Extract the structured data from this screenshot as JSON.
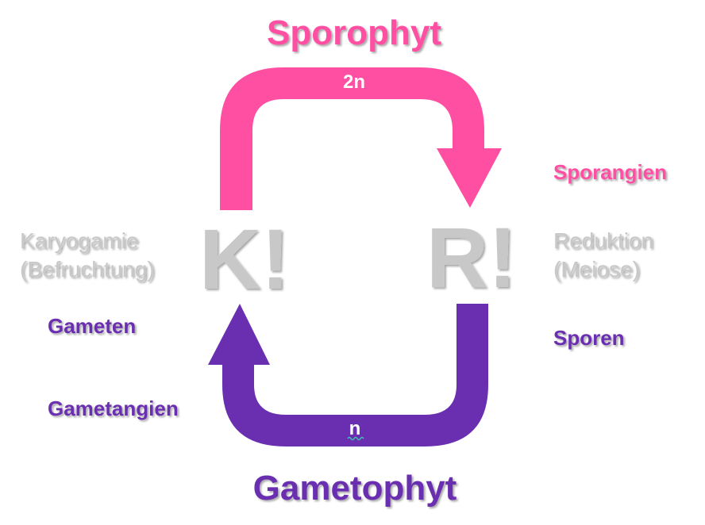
{
  "colors": {
    "pink": "#ff4fa3",
    "purple": "#6a2eb0",
    "gray": "#c8c8c8",
    "white": "#ffffff"
  },
  "top_title": "Sporophyt",
  "bottom_title": "Gametophyt",
  "top_arrow_label": "2n",
  "bottom_arrow_label": "n",
  "left_letter": "K!",
  "right_letter": "R!",
  "left": {
    "line1": "Karyogamie",
    "line2": "(Befruchtung)",
    "gameten": "Gameten",
    "gametangien": "Gametangien"
  },
  "right": {
    "sporangien": "Sporangien",
    "line1": "Reduktion",
    "line2": "(Meiose)",
    "sporen": "Sporen"
  }
}
